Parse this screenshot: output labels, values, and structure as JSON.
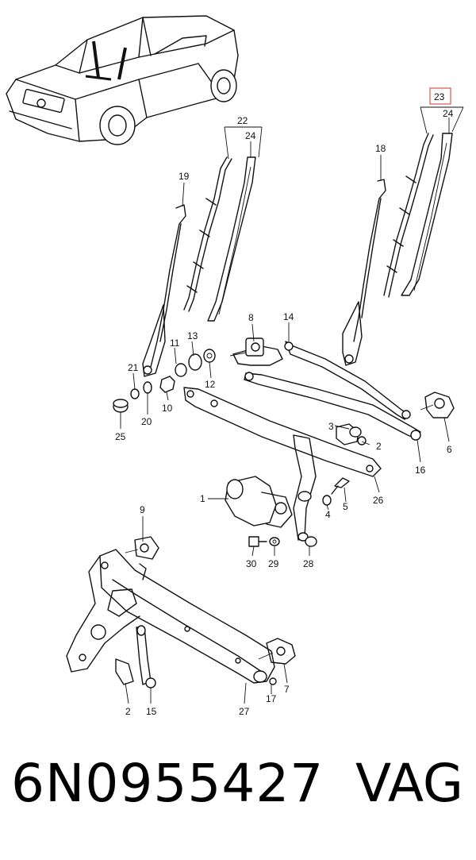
{
  "callouts": [
    "1",
    "2",
    "3",
    "4",
    "5",
    "6",
    "7",
    "8",
    "9",
    "10",
    "11",
    "12",
    "13",
    "14",
    "15",
    "16",
    "17",
    "18",
    "19",
    "20",
    "21",
    "22",
    "23",
    "24",
    "25",
    "26",
    "27",
    "28",
    "29",
    "30"
  ],
  "highlighted_callout": "23",
  "highlight_color": "#d9534f",
  "labels": {
    "c22": "22",
    "c24a": "24",
    "c23": "23",
    "c24b": "24",
    "c19": "19",
    "c18": "18",
    "c8": "8",
    "c14": "14",
    "c11": "11",
    "c13": "13",
    "c21": "21",
    "c12": "12",
    "c10": "10",
    "c20": "20",
    "c25": "25",
    "c3": "3",
    "c2a": "2",
    "c6": "6",
    "c16": "16",
    "c1": "1",
    "c5": "5",
    "c4": "4",
    "c26": "26",
    "c30": "30",
    "c29": "29",
    "c28": "28",
    "c9": "9",
    "c2b": "2",
    "c15": "15",
    "c27": "27",
    "c17": "17",
    "c7": "7"
  },
  "part_number": "6N0955427",
  "brand": "VAG"
}
